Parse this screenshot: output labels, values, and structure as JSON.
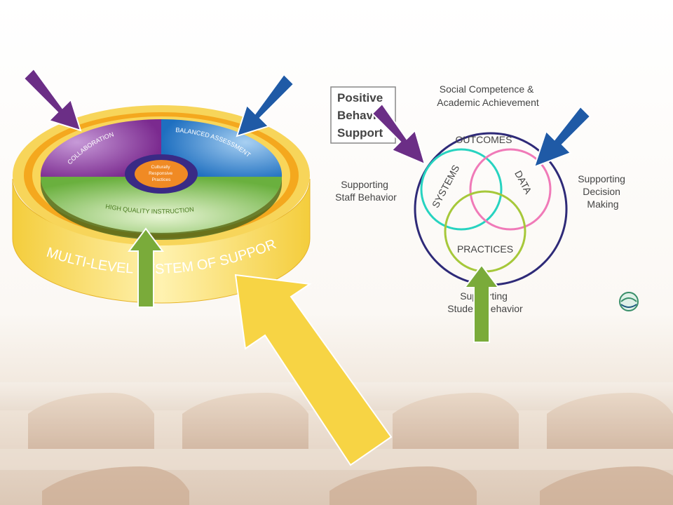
{
  "colors": {
    "purple_arrow": "#6b2e86",
    "blue_arrow": "#1f5aa6",
    "green_arrow": "#7aab3a",
    "yellow_arrow": "#f7d444",
    "collaboration": "#7b2a8f",
    "assessment": "#1e6fc0",
    "instruction": "#6ab03e",
    "ring_gold": "#f2c230",
    "core_orange": "#f08a24",
    "circle_outer": "#2e2a78",
    "circle_systems": "#27d3c0",
    "circle_data": "#f07ab8",
    "circle_practices": "#a6c83a"
  },
  "mlss": {
    "segment_collaboration": "COLLABORATION",
    "segment_assessment": "BALANCED ASSESSMENT",
    "segment_instruction": "HIGH QUALITY INSTRUCTION",
    "core_line1": "Culturally",
    "core_line2": "Responsive",
    "core_line3": "Practices",
    "base_label": "MULTI-LEVEL SYSTEM OF SUPPORT"
  },
  "pbs": {
    "box_line1": "Positive",
    "box_line2": "Behavior",
    "box_line3": "Support",
    "top_line1": "Social Competence &",
    "top_line2": "Academic Achievement",
    "outcomes": "OUTCOMES",
    "systems": "SYSTEMS",
    "data": "DATA",
    "practices": "PRACTICES",
    "left_line1": "Supporting",
    "left_line2": "Staff Behavior",
    "right_line1": "Supporting",
    "right_line2": "Decision",
    "right_line3": "Making",
    "bottom_line1": "Supporting",
    "bottom_line2": "Student Behavior"
  }
}
